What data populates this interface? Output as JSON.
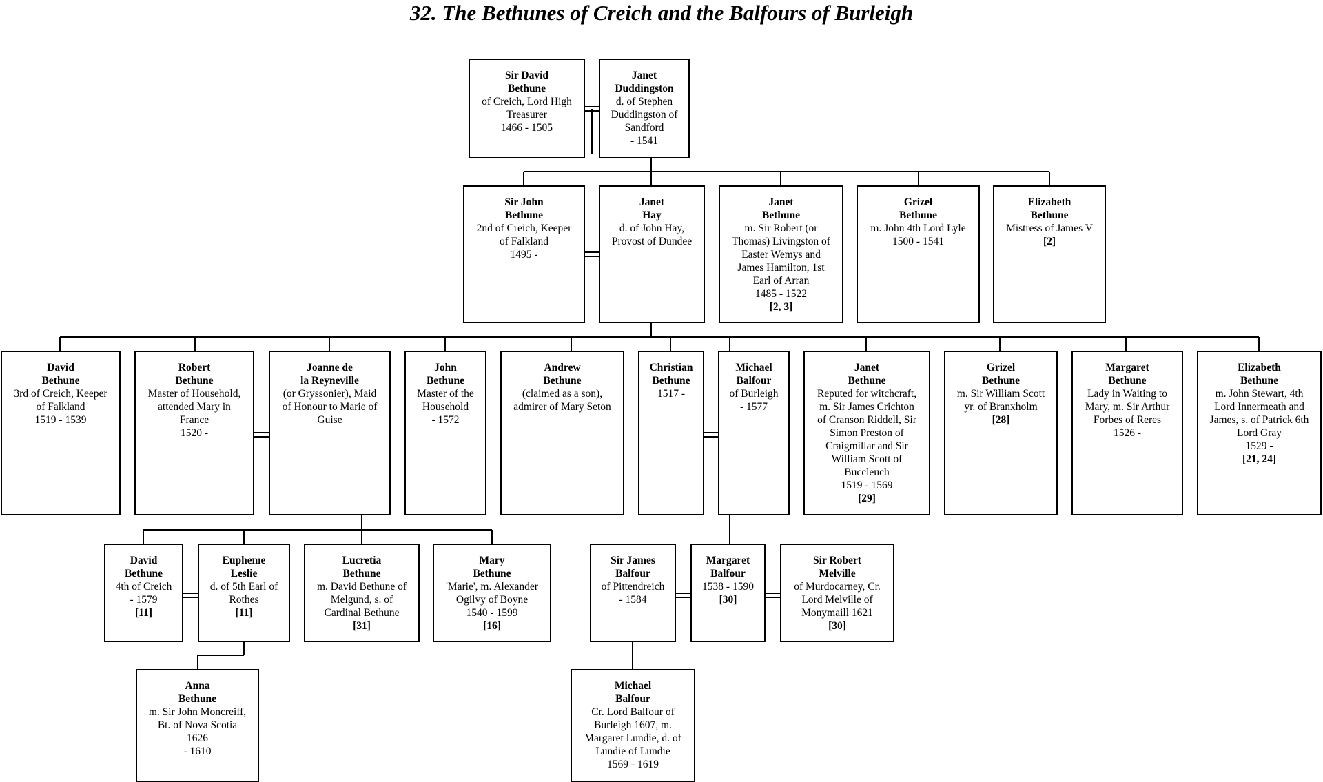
{
  "title": "32.  The Bethunes of Creich and the Balfours of Burleigh",
  "people": {
    "sir_david": {
      "name": "Sir David\nBethune",
      "desc": "of Creich, Lord High\nTreasurer\n1466 - 1505",
      "ref": ""
    },
    "janet_dudd": {
      "name": "Janet\nDuddingston",
      "desc": "d. of Stephen\nDuddingston of\nSandford\n- 1541",
      "ref": ""
    },
    "sir_john": {
      "name": "Sir John\nBethune",
      "desc": "2nd of Creich, Keeper\nof Falkland\n1495 -",
      "ref": ""
    },
    "janet_hay": {
      "name": "Janet\nHay",
      "desc": "d. of John Hay,\nProvost of Dundee",
      "ref": ""
    },
    "janet_b1": {
      "name": "Janet\nBethune",
      "desc": "m. Sir Robert (or\nThomas) Livingston of\nEaster Wemys and\nJames Hamilton, 1st\nEarl of Arran\n1485 - 1522",
      "ref": "[2, 3]"
    },
    "grizel_b1": {
      "name": "Grizel\nBethune",
      "desc": "m. John 4th Lord Lyle\n1500 - 1541",
      "ref": ""
    },
    "elizabeth_b1": {
      "name": "Elizabeth\nBethune",
      "desc": "Mistress of James V",
      "ref": "[2]"
    },
    "david_b3": {
      "name": "David\nBethune",
      "desc": "3rd of Creich, Keeper\nof Falkland\n1519 - 1539",
      "ref": ""
    },
    "robert_b": {
      "name": "Robert\nBethune",
      "desc": "Master of Household,\nattended Mary in\nFrance\n1520 -",
      "ref": ""
    },
    "joanne": {
      "name": "Joanne de\nla Reyneville",
      "desc": "(or Gryssonier), Maid\nof Honour to Marie of\nGuise",
      "ref": ""
    },
    "john_b": {
      "name": "John\nBethune",
      "desc": "Master of the\nHousehold\n- 1572",
      "ref": ""
    },
    "andrew_b": {
      "name": "Andrew\nBethune",
      "desc": "(claimed as a son),\nadmirer of Mary Seton",
      "ref": ""
    },
    "christian_b": {
      "name": "Christian\nBethune",
      "desc": "1517 -",
      "ref": ""
    },
    "michael_balfour1": {
      "name": "Michael\nBalfour",
      "desc": "of Burleigh\n- 1577",
      "ref": ""
    },
    "janet_b2": {
      "name": "Janet\nBethune",
      "desc": "Reputed for witchcraft,\nm. Sir James Crichton\nof Cranson Riddell, Sir\nSimon Preston of\nCraigmillar and Sir\nWilliam Scott of\nBuccleuch\n1519 - 1569",
      "ref": "[29]"
    },
    "grizel_b2": {
      "name": "Grizel\nBethune",
      "desc": "m. Sir William Scott\nyr. of Branxholm",
      "ref": "[28]"
    },
    "margaret_b": {
      "name": "Margaret\nBethune",
      "desc": "Lady in Waiting to\nMary, m. Sir Arthur\nForbes of Reres\n1526 -",
      "ref": ""
    },
    "elizabeth_b2": {
      "name": "Elizabeth\nBethune",
      "desc": "m. John Stewart, 4th\nLord Innermeath and\nJames, s. of Patrick 6th\nLord Gray\n1529 -",
      "ref": "[21, 24]"
    },
    "david_b4": {
      "name": "David\nBethune",
      "desc": "4th of Creich\n- 1579",
      "ref": "[11]"
    },
    "eupheme": {
      "name": "Eupheme\nLeslie",
      "desc": "d. of 5th Earl of\nRothes",
      "ref": "[11]"
    },
    "lucretia": {
      "name": "Lucretia\nBethune",
      "desc": "m. David Bethune of\nMelgund, s. of\nCardinal Bethune",
      "ref": "[31]"
    },
    "mary_b": {
      "name": "Mary\nBethune",
      "desc": "'Marie', m. Alexander\nOgilvy of Boyne\n1540 - 1599",
      "ref": "[16]"
    },
    "sir_james": {
      "name": "Sir James\nBalfour",
      "desc": "of Pittendreich\n- 1584",
      "ref": ""
    },
    "margaret_balfour": {
      "name": "Margaret\nBalfour",
      "desc": "1538 - 1590",
      "ref": "[30]"
    },
    "sir_robert_m": {
      "name": "Sir Robert\nMelville",
      "desc": "of Murdocarney, Cr.\nLord Melville of\nMonymaill 1621",
      "ref": "[30]"
    },
    "anna_b": {
      "name": "Anna\nBethune",
      "desc": "m. Sir John Moncreiff,\nBt. of Nova Scotia\n1626\n- 1610",
      "ref": ""
    },
    "michael_balfour2": {
      "name": "Michael\nBalfour",
      "desc": "Cr. Lord Balfour of\nBurleigh 1607, m.\nMargaret Lundie, d. of\nLundie of Lundie\n1569 - 1619",
      "ref": ""
    }
  }
}
